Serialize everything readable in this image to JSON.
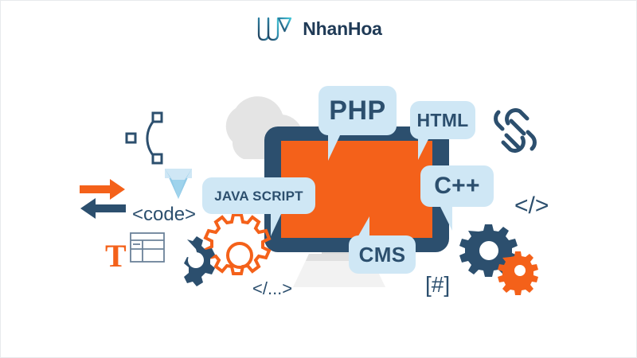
{
  "brand": {
    "name": "NhanHoa",
    "logo_icon": "nhanhoa-w-mark-icon",
    "logo_color_start": "#1f3a56",
    "logo_color_end": "#45c6d6"
  },
  "palette": {
    "orange": "#f4611a",
    "navy": "#2c4f6e",
    "light_blue": "#cfe7f5",
    "cloud_gray": "#e4e4e4",
    "stand_gray": "#f0f0f0",
    "background": "#ffffff"
  },
  "illustration": {
    "title": "web-development-technologies",
    "monitor": {
      "name": "computer-monitor",
      "frame_color": "#2c4f6e",
      "screen_color": "#f4611a",
      "stand_color": "#f0f0f0"
    },
    "cloud": {
      "name": "cloud-shape",
      "color": "#e4e4e4"
    },
    "bubbles": [
      {
        "id": "php",
        "label": "PHP",
        "tail": "down-left"
      },
      {
        "id": "html",
        "label": "HTML",
        "tail": "down-left"
      },
      {
        "id": "js",
        "label": "JAVA SCRIPT",
        "tail": "down-left"
      },
      {
        "id": "cpp",
        "label": "C++",
        "tail": "down-right"
      },
      {
        "id": "cms",
        "label": "CMS",
        "tail": "up-right"
      }
    ],
    "glyphs": [
      {
        "id": "code",
        "text": "<code>",
        "color": "#2c4f6e"
      },
      {
        "id": "angle",
        "text": "</>",
        "color": "#2c4f6e"
      },
      {
        "id": "ellipsis",
        "text": "</...>",
        "color": "#2c4f6e"
      },
      {
        "id": "hash",
        "text": "[#]",
        "color": "#2c4f6e"
      },
      {
        "id": "tee",
        "text": "T",
        "color": "#f4611a"
      }
    ],
    "icons": [
      {
        "name": "bezier-curve-icon",
        "color": "#2c4f6e"
      },
      {
        "name": "exchange-arrows-icon",
        "colors": [
          "#f4611a",
          "#2c4f6e"
        ]
      },
      {
        "name": "diamond-gem-icon",
        "color": "#bcdcf0"
      },
      {
        "name": "table-grid-icon",
        "color": "#6b8299"
      },
      {
        "name": "gear-icon-navy-left",
        "color": "#2c4f6e"
      },
      {
        "name": "gear-icon-orange",
        "color": "#f4611a"
      },
      {
        "name": "gear-icon-navy-right",
        "color": "#2c4f6e"
      },
      {
        "name": "gear-icon-orange-small",
        "color": "#f4611a"
      },
      {
        "name": "broken-link-icon",
        "color": "#2c4f6e"
      }
    ]
  }
}
